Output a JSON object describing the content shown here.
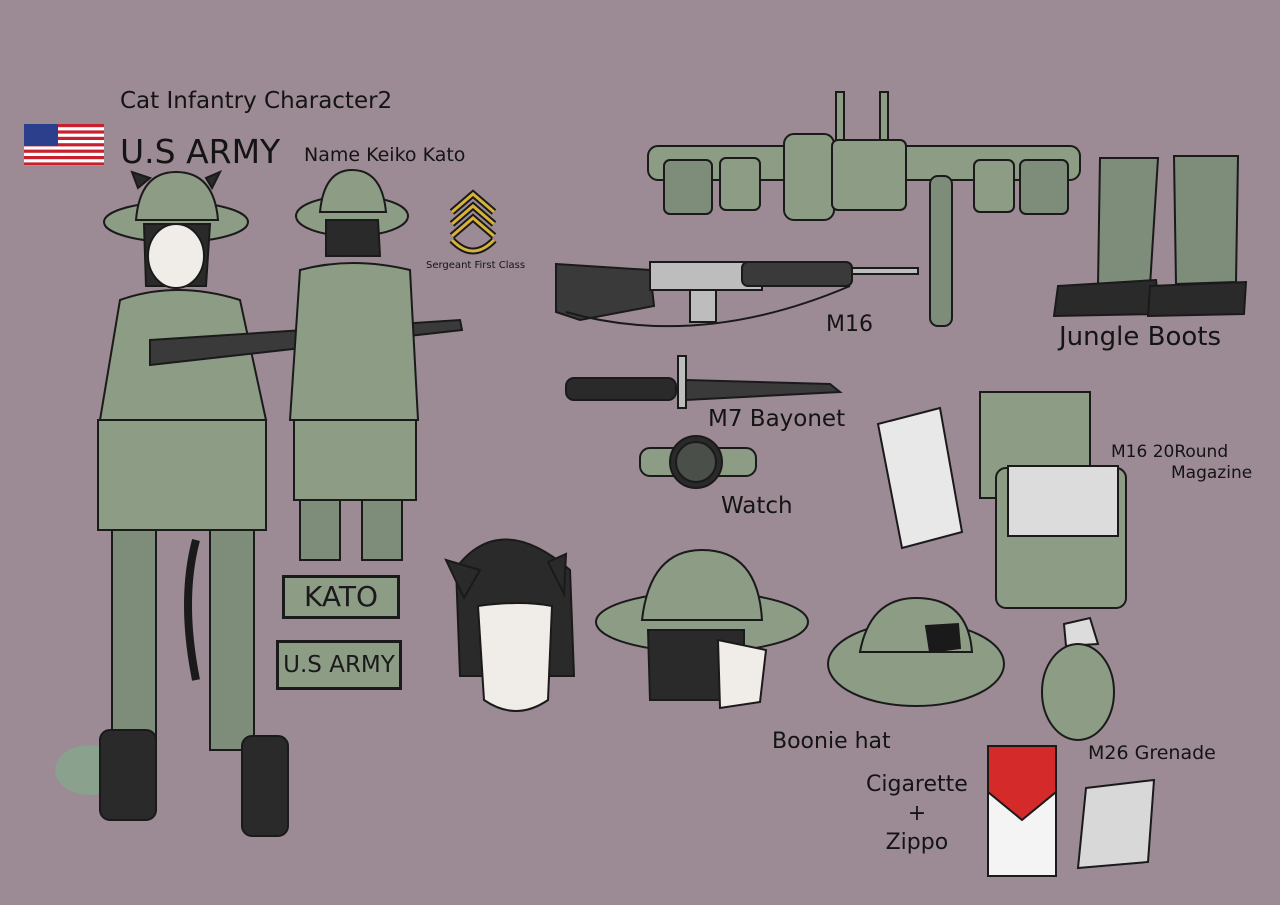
{
  "header": {
    "title": "Cat Infantry  Character2",
    "branch": "U.S ARMY",
    "name": "Name Keiko Kato",
    "rank": "Sergeant First Class"
  },
  "items": {
    "m16": "M16",
    "boots": "Jungle Boots",
    "bayonet": "M7  Bayonet",
    "magazine_line1": "M16  20Round",
    "magazine_line2": "Magazine",
    "watch": "Watch",
    "boonie_hat": "Boonie hat",
    "grenade": "M26   Grenade",
    "cig_line1": "Cigarette",
    "cig_line2": "+",
    "cig_line3": "Zippo"
  },
  "name_tapes": {
    "name_tape": "KATO",
    "branch_tape": "U.S ARMY"
  },
  "colors": {
    "background": "#9c8a94",
    "olive_drab": "#8d9c85",
    "outline": "#1a1a1a",
    "flag_red": "#c8202f",
    "flag_blue": "#2c3f8c",
    "chevron_gold": "#d9b23a"
  }
}
